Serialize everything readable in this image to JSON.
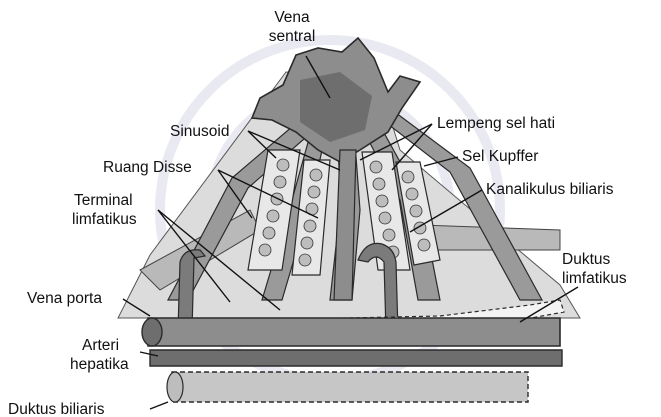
{
  "labels": {
    "vena_sentral": [
      "Vena",
      "sentral"
    ],
    "sinusoid": "Sinusoid",
    "ruang_disse": "Ruang Disse",
    "terminal_limfatikus": [
      "Terminal",
      "limfatikus"
    ],
    "vena_porta": "Vena porta",
    "arteri_hepatika": [
      "Arteri",
      "hepatika"
    ],
    "duktus_biliaris": "Duktus biliaris",
    "lempeng_sel_hati": "Lempeng sel hati",
    "sel_kupffer": "Sel Kupffer",
    "kanalikulus_biliaris": "Kanalikulus biliaris",
    "duktus_limfatikus": [
      "Duktus",
      "limfatikus"
    ]
  },
  "colors": {
    "vein": "#8d8d8d",
    "vein_dark": "#6e6e6e",
    "tissue": "#c6c6c6",
    "lymph": "#f3f3f3",
    "outline": "#2a2a2a"
  }
}
